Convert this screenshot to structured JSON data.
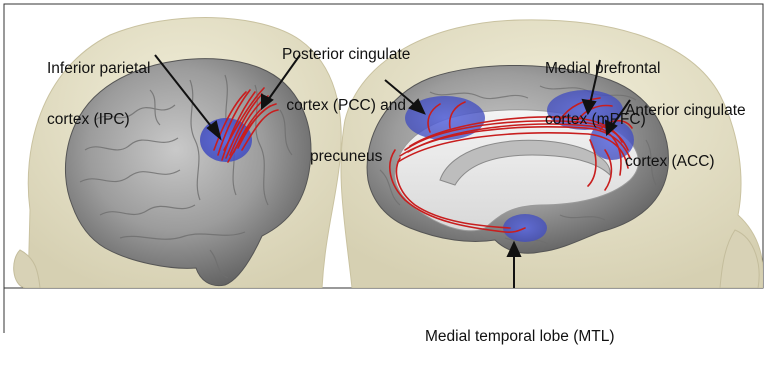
{
  "labels": {
    "ipc": {
      "line1": "Inferior parietal",
      "line2": "cortex (IPC)"
    },
    "pcc": {
      "line1": "Posterior cingulate",
      "line2": "cortex (PCC) and",
      "line3": "precuneus"
    },
    "mpfc": {
      "line1": "Medial prefrontal",
      "line2": "cortex (mPFC)"
    },
    "acc": {
      "line1": "Anterior cingulate",
      "line2": "cortex (ACC)"
    },
    "mtl": {
      "line1": "Medial temporal lobe (MTL)"
    }
  },
  "colors": {
    "background": "#ffffff",
    "head": "#e7e2c9",
    "brain": "#9a9a9a",
    "region": "#4d5bd0",
    "tract": "#c81e1e",
    "frame": "#333333"
  }
}
